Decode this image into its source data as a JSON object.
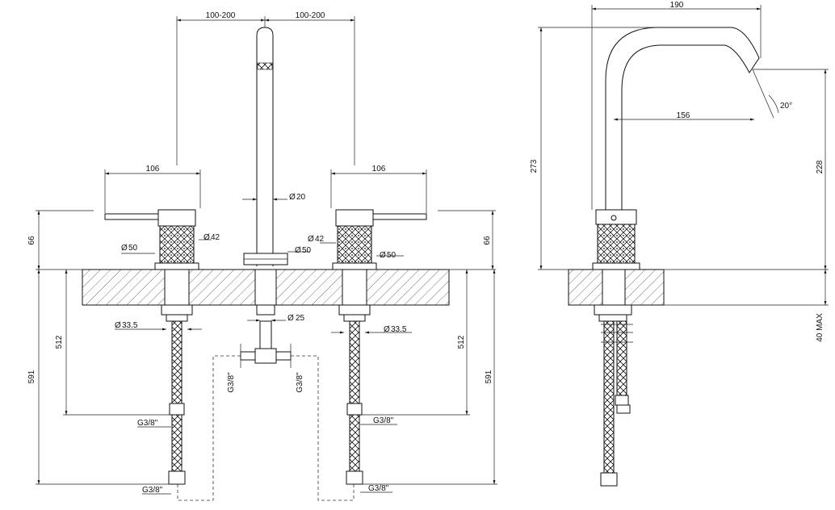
{
  "front_view": {
    "spread_left": "100-200",
    "spread_right": "100-200",
    "handle_width_left": "106",
    "handle_width_right": "106",
    "spout_diameter": "20",
    "knob_diameter_left": "42",
    "knob_diameter_right": "42",
    "base_diameter_left": "50",
    "base_diameter_right": "50",
    "base_diameter_center": "50",
    "shank_diameter_left": "33.5",
    "shank_diameter_right": "33.5",
    "shank_diameter_center": "25",
    "valve_height_left": "66",
    "valve_height_right": "66",
    "hose_length_left": "512",
    "hose_length_right": "512",
    "total_length_left": "591",
    "total_length_right": "591",
    "thread_upper_left": "G3/8\"",
    "thread_lower_left": "G3/8\"",
    "thread_upper_right": "G3/8\"",
    "thread_lower_right": "G3/8\"",
    "thread_tee_left": "G3/8\"",
    "thread_tee_right": "G3/8\""
  },
  "side_view": {
    "reach": "190",
    "spout_offset": "156",
    "spout_angle": "20°",
    "total_height": "273",
    "spout_height": "228",
    "max_deck": "40 MAX"
  }
}
